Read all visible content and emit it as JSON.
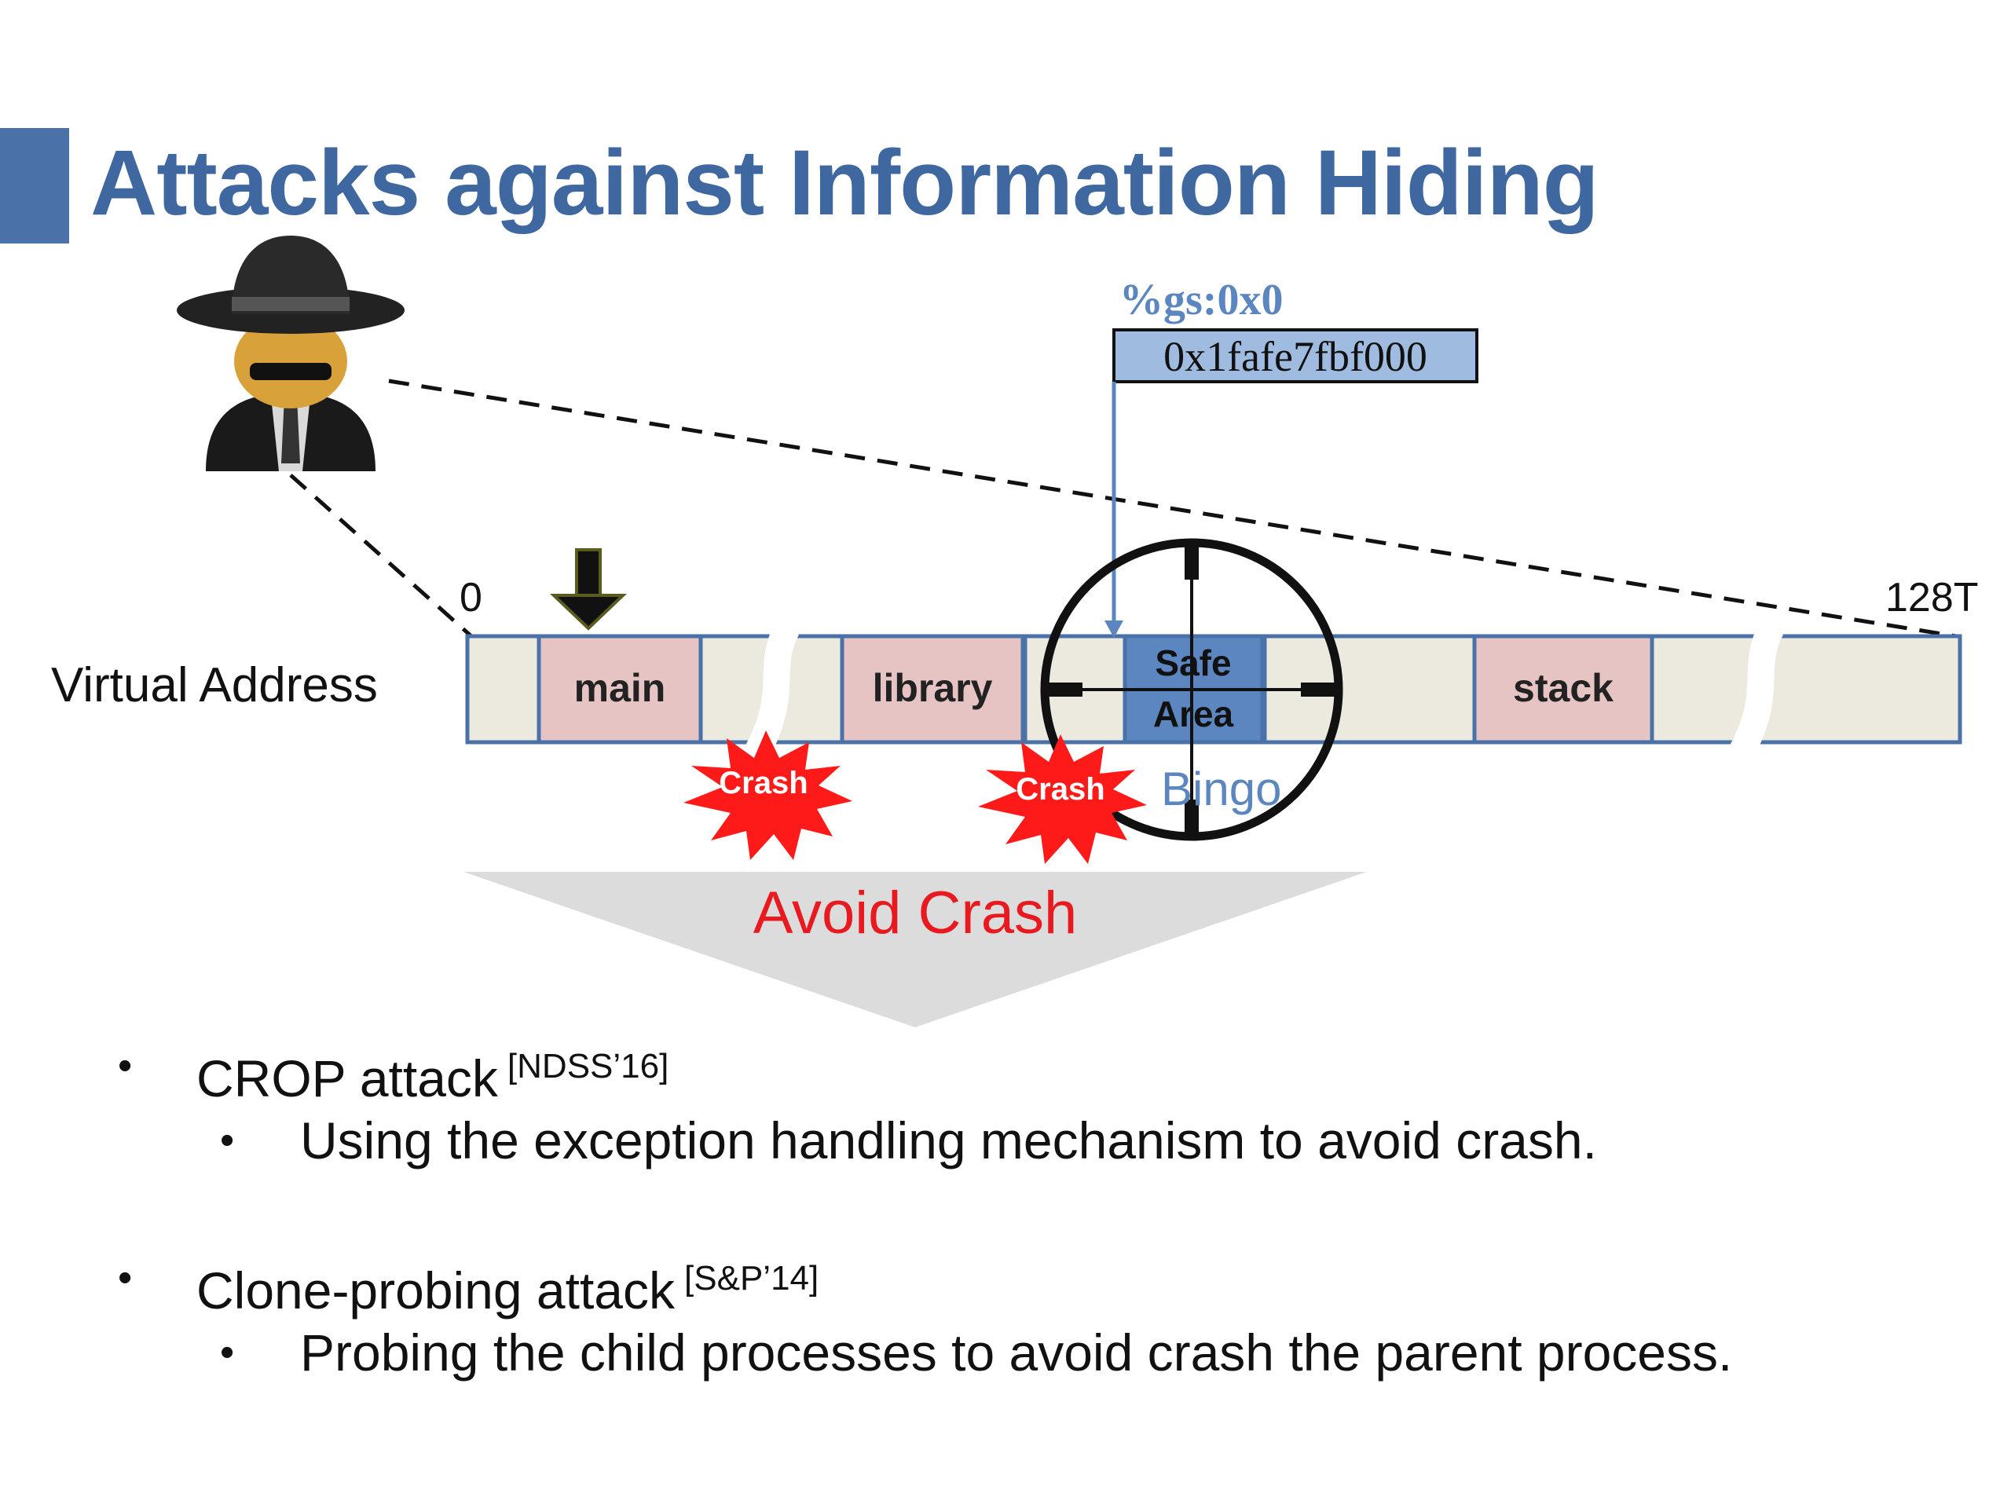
{
  "title": "Attacks against Information Hiding",
  "diagram": {
    "gs_label": "%gs:0x0",
    "gs_value": "0x1fafe7fbf000",
    "axis_start": "0",
    "axis_end": "128T",
    "row_label": "Virtual Address",
    "segments": {
      "main": "main",
      "library": "library",
      "safe_line1": "Safe",
      "safe_line2": "Area",
      "stack": "stack"
    },
    "crash_label": "Crash",
    "bingo_label": "Bingo",
    "avoid_label": "Avoid Crash",
    "colors": {
      "title": "#3f67a0",
      "segment": "#e7c4c4",
      "empty": "#ece9df",
      "safe": "#5b86c0",
      "gs_box": "#9fbce0",
      "crash": "#ff1a1a",
      "avoid": "#e8191f",
      "arrow": "#dcdcdc"
    }
  },
  "bullets": [
    {
      "text": "CROP attack",
      "cite": "[NDSS’16]",
      "sub": "Using the exception handling mechanism to avoid crash."
    },
    {
      "text": "Clone-probing attack",
      "cite": "[S&P’14]",
      "sub": "Probing the child processes to avoid crash the parent process."
    }
  ]
}
